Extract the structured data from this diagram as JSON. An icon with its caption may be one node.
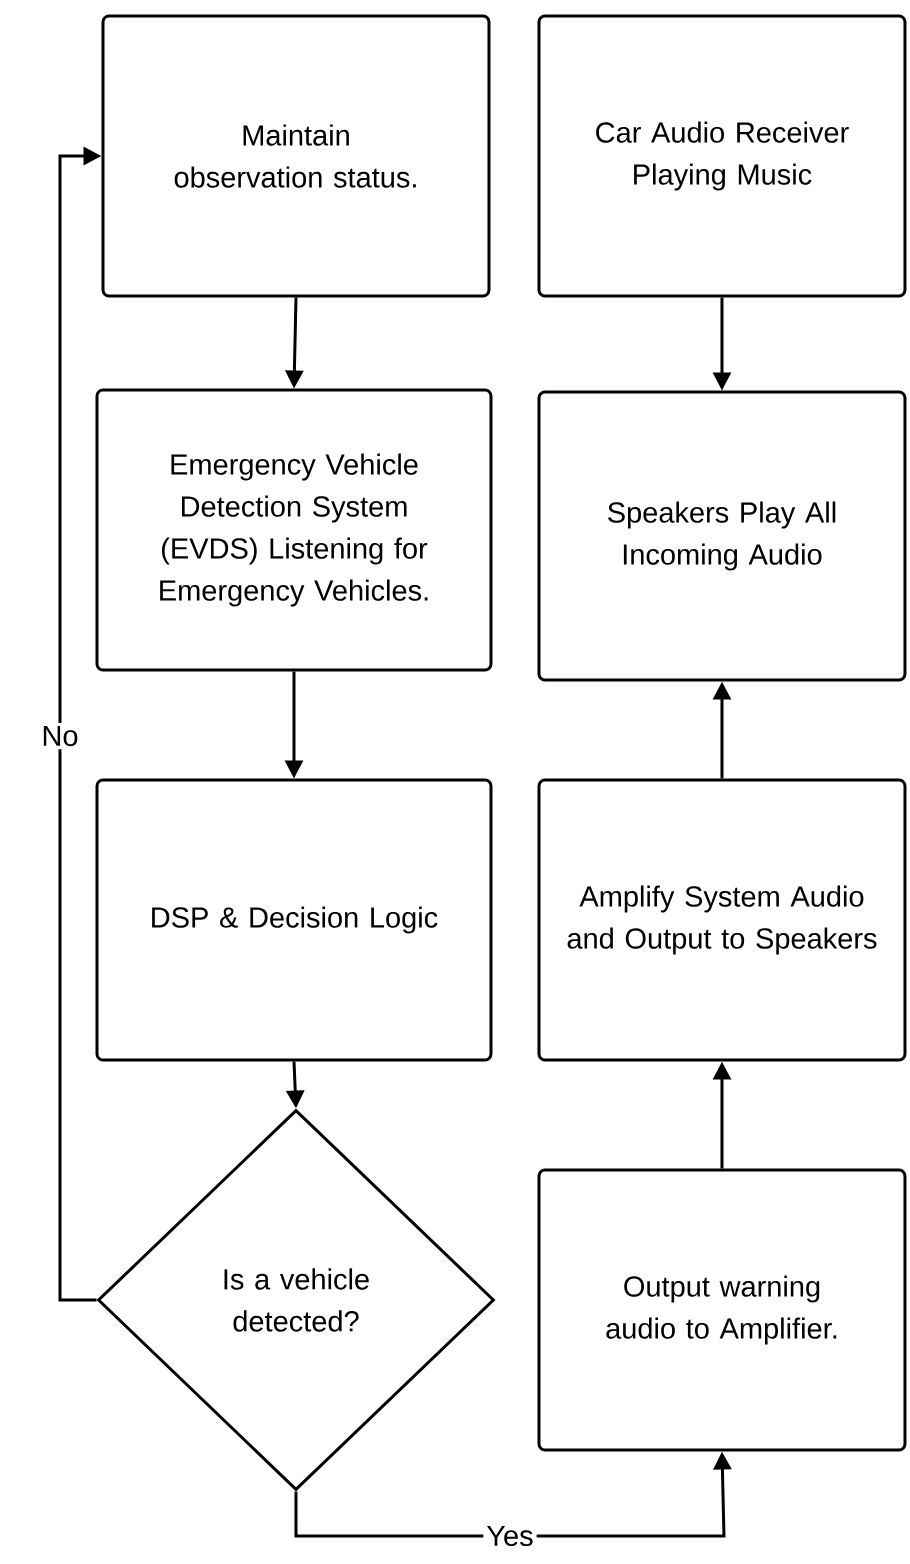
{
  "diagram": {
    "nodes": [
      {
        "text": [
          "Maintain observation status."
        ]
      },
      {
        "text": [
          "Emergency Vehicle Detection System (EVDS) Listening for Emergency Vehicles."
        ]
      },
      {
        "text": [
          "DSP & Decision Logic"
        ]
      },
      {
        "text": [
          "Is a vehicle detected?"
        ]
      },
      {
        "text": [
          "Car Audio Receiver Playing Music"
        ]
      },
      {
        "text": [
          "Speakers Play All Incoming Audio"
        ]
      },
      {
        "text": [
          "Amplify System Audio and Output to Speakers"
        ]
      },
      {
        "text": [
          "Output warning audio to Amplifier."
        ]
      }
    ],
    "edges": [
      {
        "from": 0,
        "to": 1,
        "arrow": "to"
      },
      {
        "from": 1,
        "to": 2,
        "arrow": "to"
      },
      {
        "from": 2,
        "to": 3,
        "arrow": "to"
      },
      {
        "from": 3,
        "to": 0,
        "arrow": "to",
        "label": "No"
      },
      {
        "from": 3,
        "to": 7,
        "arrow": "to",
        "label": "Yes"
      },
      {
        "from": 4,
        "to": 5,
        "arrow": "to"
      },
      {
        "from": 6,
        "to": 5,
        "arrow": "to"
      },
      {
        "from": 7,
        "to": 6,
        "arrow": "to"
      }
    ]
  }
}
